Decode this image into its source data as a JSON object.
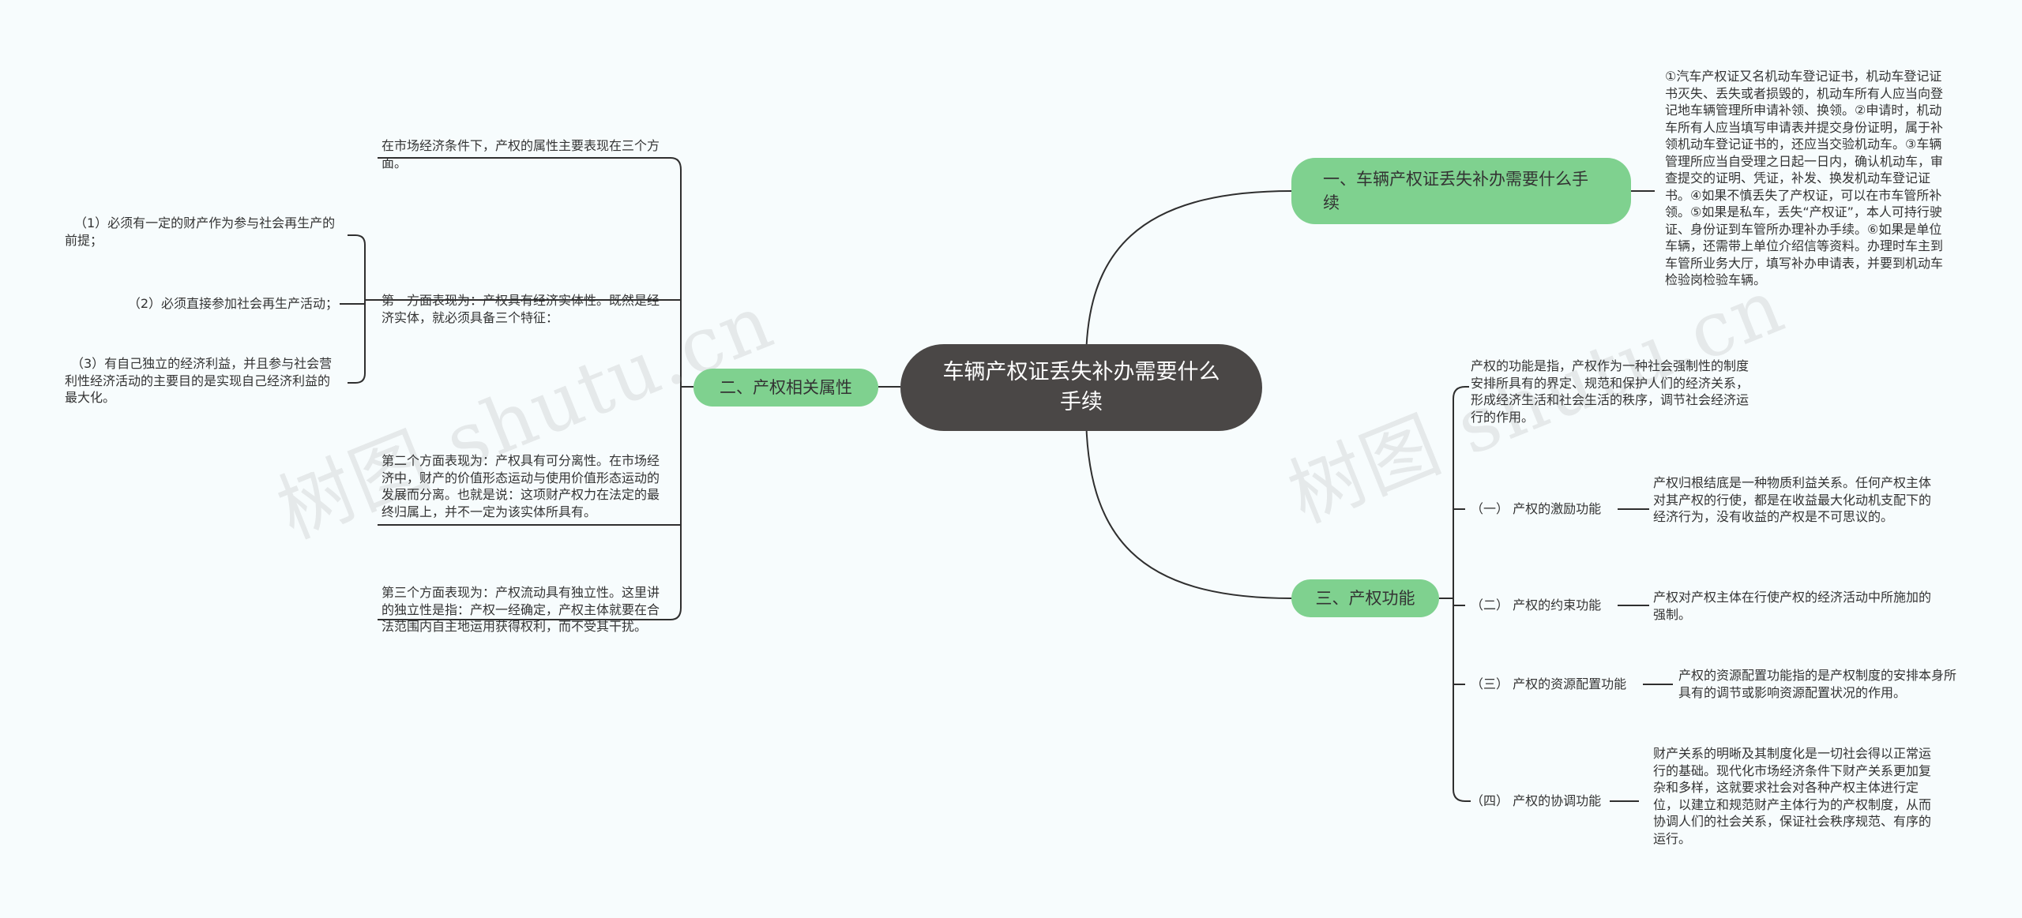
{
  "root": {
    "title": "车辆产权证丢失补办需要什么手续"
  },
  "branches": {
    "b1": {
      "label": "一、车辆产权证丢失补办需要什么手续"
    },
    "b2": {
      "label": "二、产权相关属性"
    },
    "b3": {
      "label": "三、产权功能"
    }
  },
  "b1_text": "①汽车产权证又名机动车登记证书，机动车登记证书灭失、丢失或者损毁的，机动车所有人应当向登记地车辆管理所申请补领、换领。②申请时，机动车所有人应当填写申请表并提交身份证明，属于补领机动车登记证书的，还应当交验机动车。③车辆管理所应当自受理之日起一日内，确认机动车，审查提交的证明、凭证，补发、换发机动车登记证书。④如果不慎丢失了产权证，可以在市车管所补领。⑤如果是私车，丢失“产权证”，本人可持行驶证、身份证到车管所办理补办手续。⑥如果是单位车辆，还需带上单位介绍信等资料。办理时车主到车管所业务大厅，填写补办申请表，并要到机动车检验岗检验车辆。",
  "b2_items": {
    "intro": "在市场经济条件下，产权的属性主要表现在三个方面。",
    "aspect1": "第一方面表现为：产权具有经济实体性。既然是经济实体，就必须具备三个特征：",
    "aspect1_points": [
      "（1）必须有一定的财产作为参与社会再生产的前提；",
      "（2）必须直接参加社会再生产活动；",
      "（3）有自己独立的经济利益，并且参与社会营利性经济活动的主要目的是实现自己经济利益的最大化。"
    ],
    "aspect2": "第二个方面表现为：产权具有可分离性。在市场经济中，财产的价值形态运动与使用价值形态运动的发展而分离。也就是说：这项财产权力在法定的最终归属上，并不一定为该实体所具有。",
    "aspect3": "第三个方面表现为：产权流动具有独立性。这里讲的独立性是指：产权一经确定，产权主体就要在合法范围内自主地运用获得权利，而不受其干扰。"
  },
  "b3_items": {
    "intro": "产权的功能是指，产权作为一种社会强制性的制度安排所具有的界定、规范和保护人们的经济关系，形成经济生活和社会生活的秩序，调节社会经济运行的作用。",
    "functions": [
      {
        "label": "（一） 产权的激励功能",
        "desc": "产权归根结底是一种物质利益关系。任何产权主体对其产权的行使，都是在收益最大化动机支配下的经济行为，没有收益的产权是不可思议的。"
      },
      {
        "label": "（二） 产权的约束功能",
        "desc": "产权对产权主体在行使产权的经济活动中所施加的强制。"
      },
      {
        "label": "（三） 产权的资源配置功能",
        "desc": "产权的资源配置功能指的是产权制度的安排本身所具有的调节或影响资源配置状况的作用。"
      },
      {
        "label": "（四） 产权的协调功能",
        "desc": "财产关系的明晰及其制度化是一切社会得以正常运行的基础。现代化市场经济条件下财产关系更加复杂和多样，这就要求社会对各种产权主体进行定位，以建立和规范财产主体行为的产权制度，从而协调人们的社会关系，保证社会秩序规范、有序的运行。"
      }
    ]
  },
  "watermarks": [
    "树图 shutu.cn",
    "树图 shutu.cn"
  ],
  "colors": {
    "root_bg": "#4a4746",
    "branch_bg": "#7fd18f",
    "line": "#2f2f2f",
    "background": "#f7fcfd"
  }
}
